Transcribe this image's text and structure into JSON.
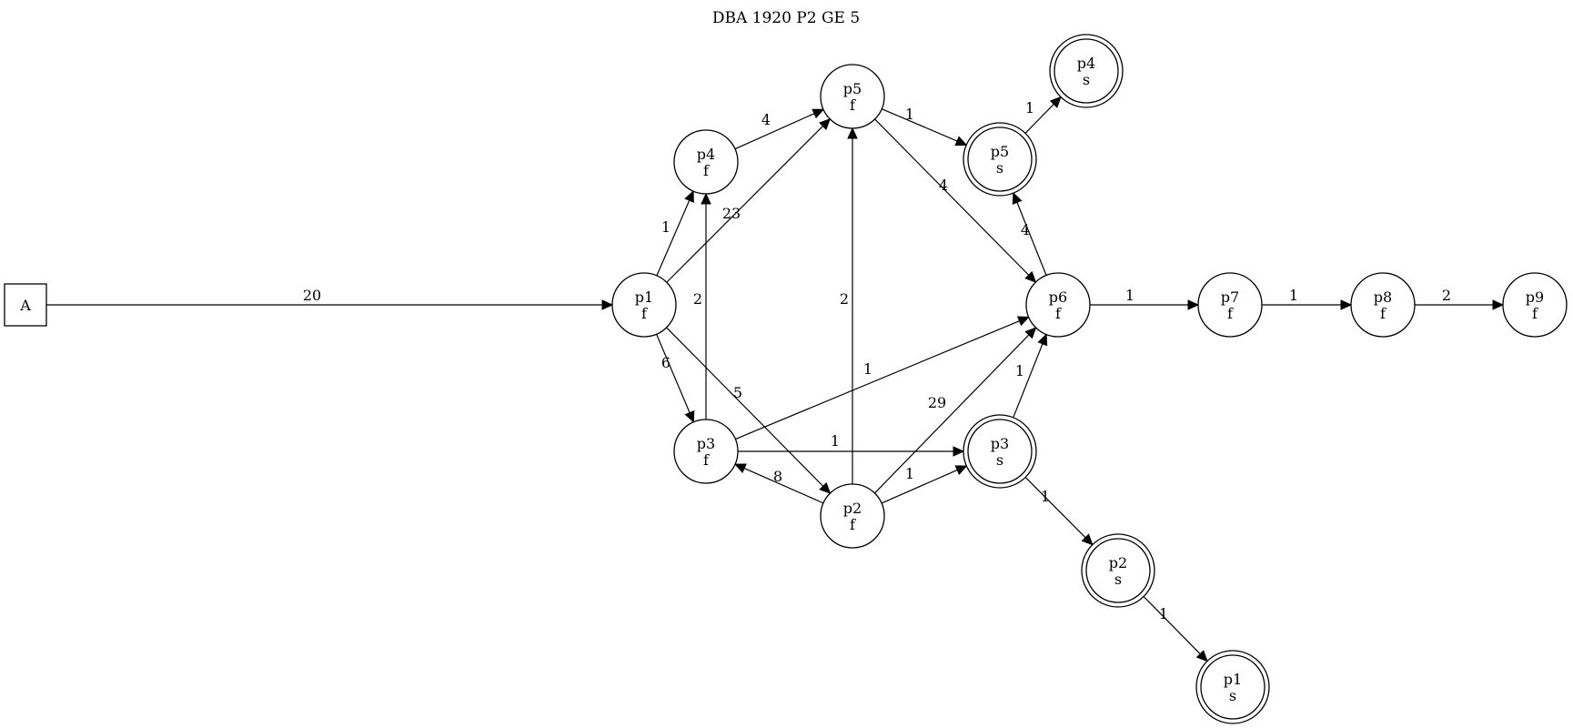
{
  "title": "DBA 1920 P2 GE 5",
  "nodes": [
    {
      "id": "A",
      "line1": "A",
      "line2": "",
      "shape": "box"
    },
    {
      "id": "p1f",
      "line1": "p1",
      "line2": "f",
      "shape": "circle"
    },
    {
      "id": "p4f",
      "line1": "p4",
      "line2": "f",
      "shape": "circle"
    },
    {
      "id": "p5f",
      "line1": "p5",
      "line2": "f",
      "shape": "circle"
    },
    {
      "id": "p3f",
      "line1": "p3",
      "line2": "f",
      "shape": "circle"
    },
    {
      "id": "p2f",
      "line1": "p2",
      "line2": "f",
      "shape": "circle"
    },
    {
      "id": "p5s",
      "line1": "p5",
      "line2": "s",
      "shape": "doublecircle"
    },
    {
      "id": "p4s",
      "line1": "p4",
      "line2": "s",
      "shape": "doublecircle"
    },
    {
      "id": "p6f",
      "line1": "p6",
      "line2": "f",
      "shape": "circle"
    },
    {
      "id": "p3s",
      "line1": "p3",
      "line2": "s",
      "shape": "doublecircle"
    },
    {
      "id": "p2s",
      "line1": "p2",
      "line2": "s",
      "shape": "doublecircle"
    },
    {
      "id": "p1s",
      "line1": "p1",
      "line2": "s",
      "shape": "doublecircle"
    },
    {
      "id": "p7f",
      "line1": "p7",
      "line2": "f",
      "shape": "circle"
    },
    {
      "id": "p8f",
      "line1": "p8",
      "line2": "f",
      "shape": "circle"
    },
    {
      "id": "p9f",
      "line1": "p9",
      "line2": "f",
      "shape": "circle"
    }
  ],
  "edges": [
    {
      "from": "A",
      "to": "p1f",
      "label": "20"
    },
    {
      "from": "p1f",
      "to": "p4f",
      "label": "1"
    },
    {
      "from": "p1f",
      "to": "p5f",
      "label": "23"
    },
    {
      "from": "p1f",
      "to": "p3f",
      "label": "6"
    },
    {
      "from": "p1f",
      "to": "p2f",
      "label": "5"
    },
    {
      "from": "p4f",
      "to": "p5f",
      "label": "4"
    },
    {
      "from": "p3f",
      "to": "p4f",
      "label": "2"
    },
    {
      "from": "p2f",
      "to": "p5f",
      "label": "2"
    },
    {
      "from": "p5f",
      "to": "p5s",
      "label": "1"
    },
    {
      "from": "p5f",
      "to": "p6f",
      "label": "4"
    },
    {
      "from": "p5s",
      "to": "p4s",
      "label": "1"
    },
    {
      "from": "p6f",
      "to": "p5s",
      "label": "4"
    },
    {
      "from": "p3f",
      "to": "p6f",
      "label": "1"
    },
    {
      "from": "p3f",
      "to": "p3s",
      "label": "1"
    },
    {
      "from": "p2f",
      "to": "p3f",
      "label": "8"
    },
    {
      "from": "p2f",
      "to": "p6f",
      "label": "29"
    },
    {
      "from": "p2f",
      "to": "p3s",
      "label": "1"
    },
    {
      "from": "p3s",
      "to": "p6f",
      "label": "1"
    },
    {
      "from": "p3s",
      "to": "p2s",
      "label": "1"
    },
    {
      "from": "p2s",
      "to": "p1s",
      "label": "1"
    },
    {
      "from": "p6f",
      "to": "p7f",
      "label": "1"
    },
    {
      "from": "p7f",
      "to": "p8f",
      "label": "1"
    },
    {
      "from": "p8f",
      "to": "p9f",
      "label": "2"
    }
  ]
}
